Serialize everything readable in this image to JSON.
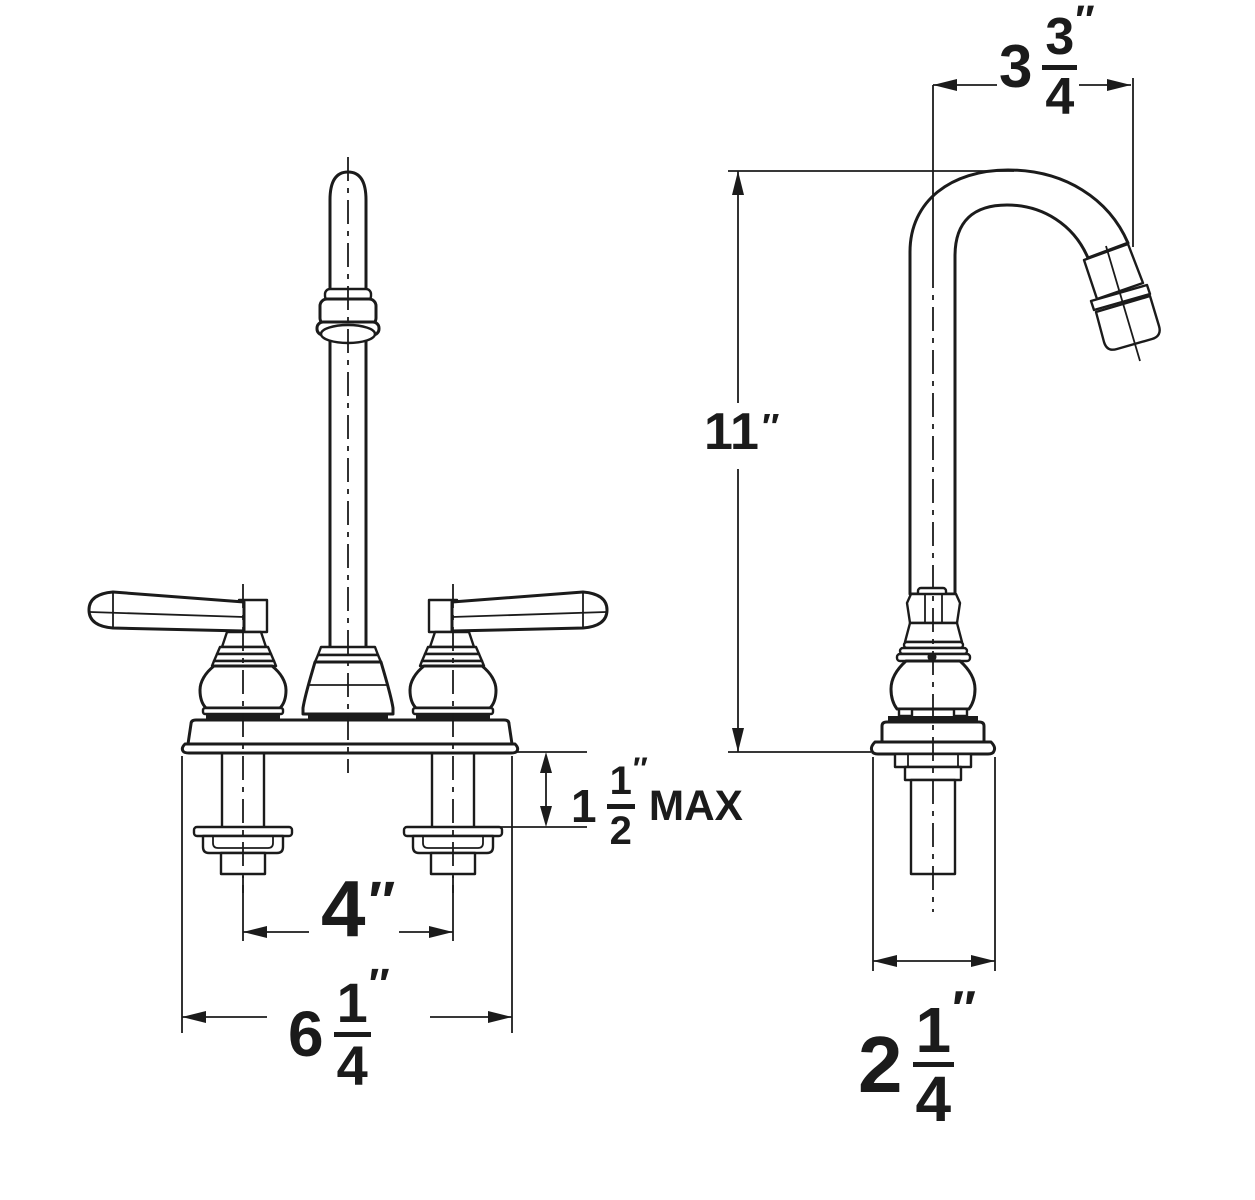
{
  "dimensions": {
    "spout_reach": {
      "whole": "3",
      "numerator": "3",
      "denominator": "4",
      "unit": "″"
    },
    "spout_height": {
      "value": "11",
      "unit": "″"
    },
    "deck_thickness_max": {
      "whole": "1",
      "numerator": "1",
      "denominator": "2",
      "unit": "″",
      "suffix": "MAX"
    },
    "handle_centers": {
      "value": "4",
      "unit": "″"
    },
    "overall_width": {
      "whole": "6",
      "numerator": "1",
      "denominator": "4",
      "unit": "″"
    },
    "base_depth": {
      "whole": "2",
      "numerator": "1",
      "denominator": "4",
      "unit": "″"
    }
  },
  "style": {
    "line_color": "#1b1b1b",
    "background": "#ffffff"
  }
}
